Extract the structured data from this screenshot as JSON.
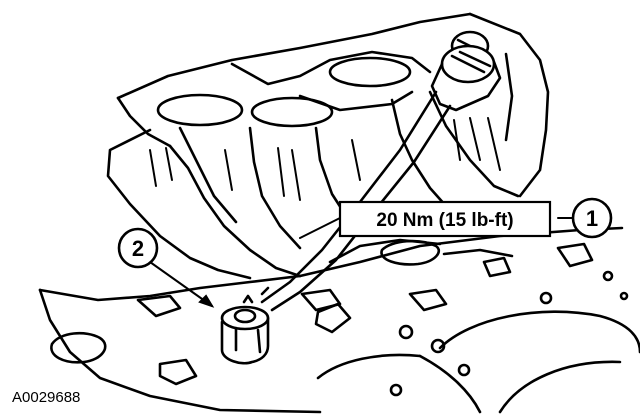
{
  "figure_id": "A0029688",
  "torque_spec": "20 Nm (15 lb-ft)",
  "callouts": [
    {
      "number": "1"
    },
    {
      "number": "2"
    }
  ],
  "colors": {
    "ink": "#000000",
    "paper": "#ffffff"
  }
}
